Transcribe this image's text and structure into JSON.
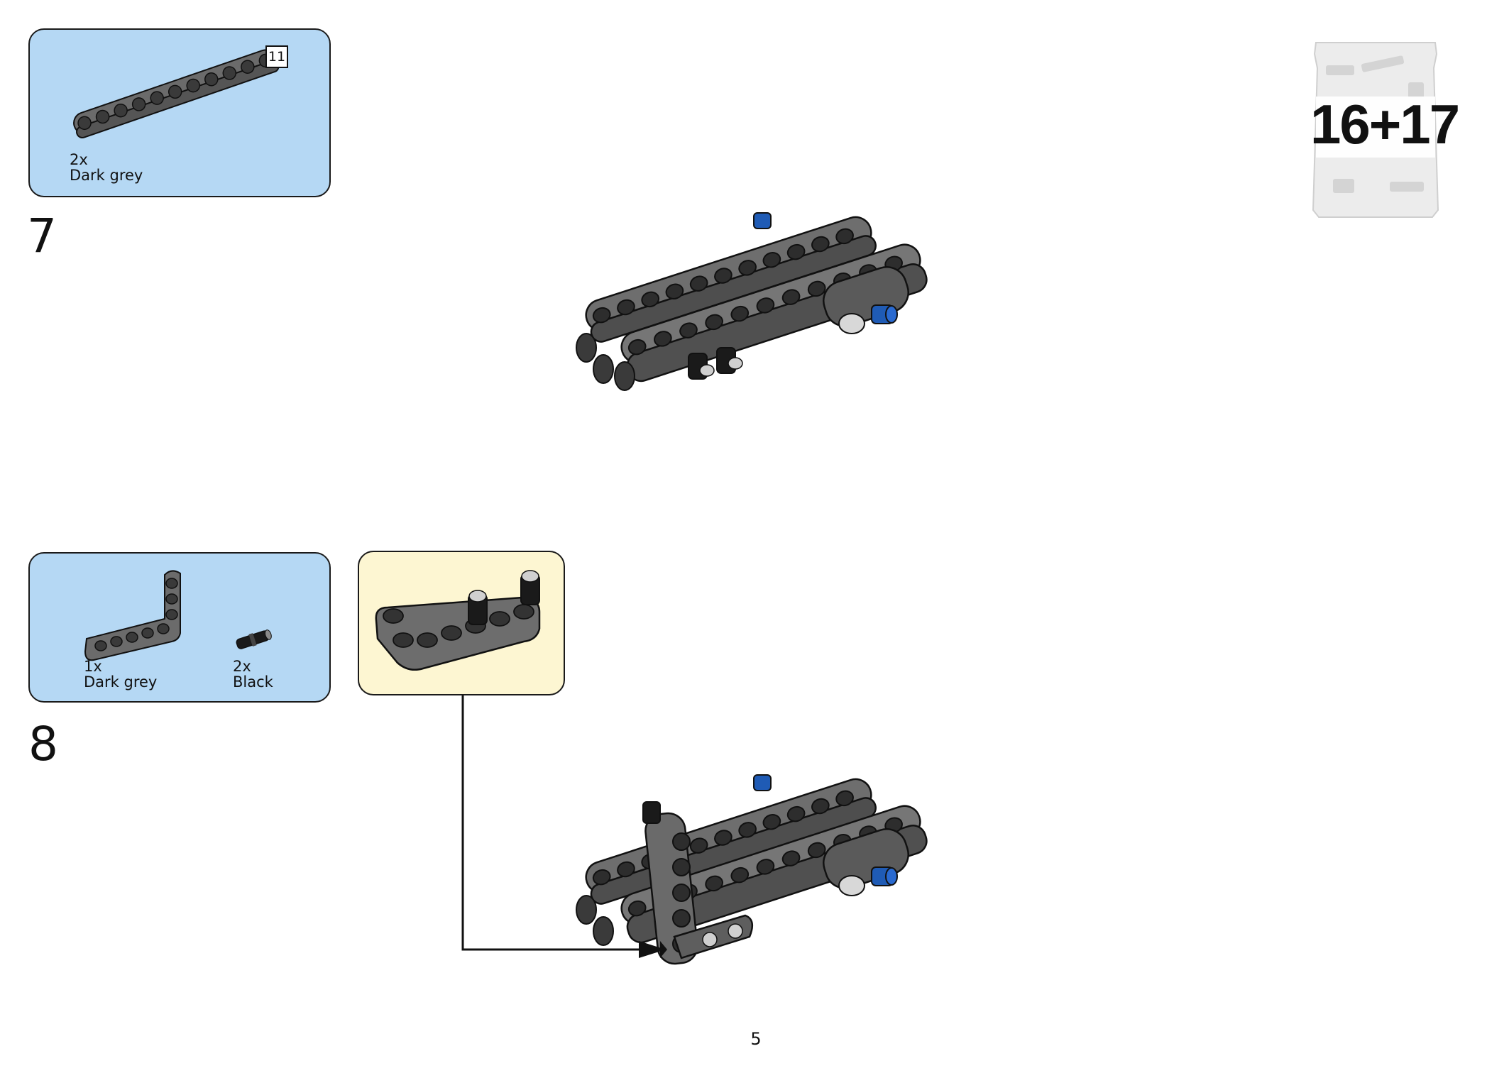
{
  "page": {
    "number": "5"
  },
  "bag": {
    "label": "16+17"
  },
  "steps": [
    {
      "number": "7",
      "parts": [
        {
          "qty": "2x",
          "color": "Dark grey",
          "length_badge": "11",
          "icon": "beam-11-icon"
        }
      ]
    },
    {
      "number": "8",
      "parts": [
        {
          "qty": "1x",
          "color": "Dark grey",
          "icon": "l-beam-icon"
        },
        {
          "qty": "2x",
          "color": "Black",
          "icon": "connector-pin-icon"
        }
      ]
    }
  ],
  "colors": {
    "parts_box": "#b5d8f4",
    "subassembly_box": "#fdf6d2",
    "dark_grey": "#6b6b6b",
    "pin_blue": "#1f5bb5",
    "black": "#1a1a1a"
  }
}
